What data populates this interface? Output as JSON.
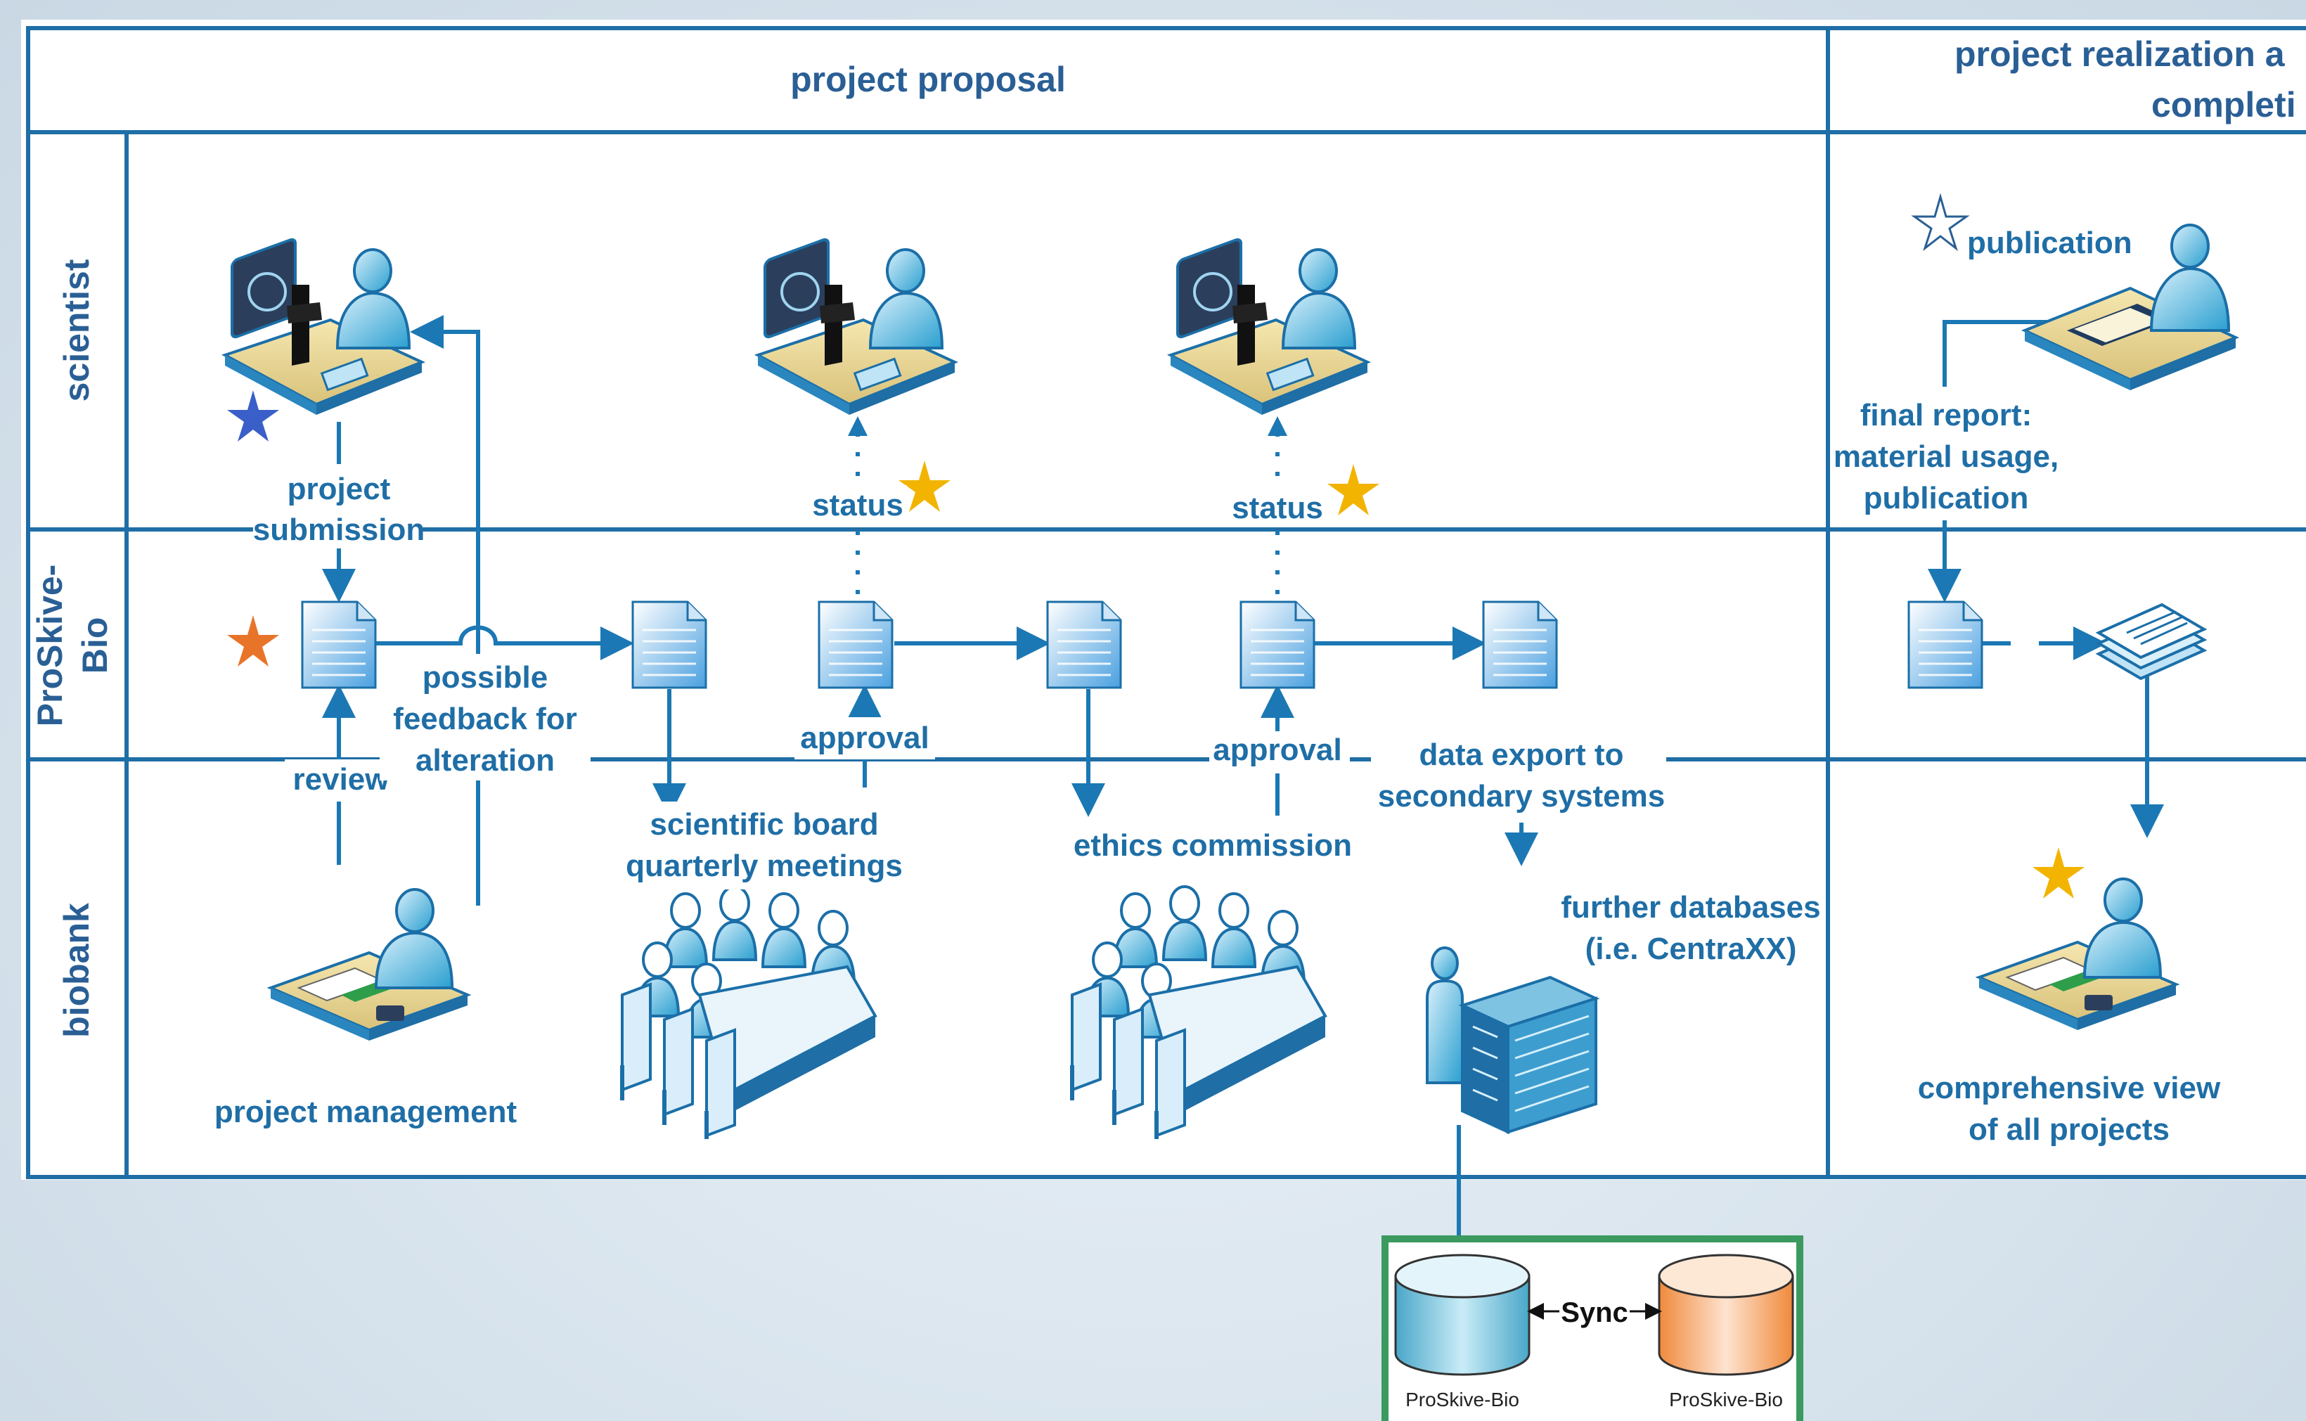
{
  "header": {
    "phase1": "project proposal",
    "phase2_line1": "project realization a",
    "phase2_line2": "completi"
  },
  "lanes": {
    "scientist": "scientist",
    "proskive_line1": "ProSkive-",
    "proskive_line2": "Bio",
    "biobank": "biobank"
  },
  "labels": {
    "project_submission_1": "project",
    "project_submission_2": "submission",
    "status_1": "status",
    "status_2": "status",
    "approval_1": "approval",
    "approval_2": "approval",
    "review": "review",
    "feedback_1": "possible",
    "feedback_2": "feedback for",
    "feedback_3": "alteration",
    "board_1": "scientific board",
    "board_2": "quarterly meetings",
    "ethics": "ethics commission",
    "export_1": "data export to",
    "export_2": "secondary systems",
    "further_1": "further databases",
    "further_2": "(i.e. CentraXX)",
    "project_management": "project management",
    "publication": "publication",
    "final_1": "final report:",
    "final_2": "material usage,",
    "final_3": "publication",
    "comprehensive_1": "comprehensive view",
    "comprehensive_2": "of all projects"
  },
  "sync_box": {
    "sync": "Sync",
    "db_left": "ProSkive-Bio",
    "db_right": "ProSkive-Bio"
  },
  "colors": {
    "line": "#1b78b4",
    "border": "#1f6ea6",
    "text": "#1f6ea6",
    "star_blue": "#3a5fc8",
    "star_orange": "#e8742a",
    "star_yellow": "#f2b400",
    "sync_border": "#3b9a5f"
  }
}
